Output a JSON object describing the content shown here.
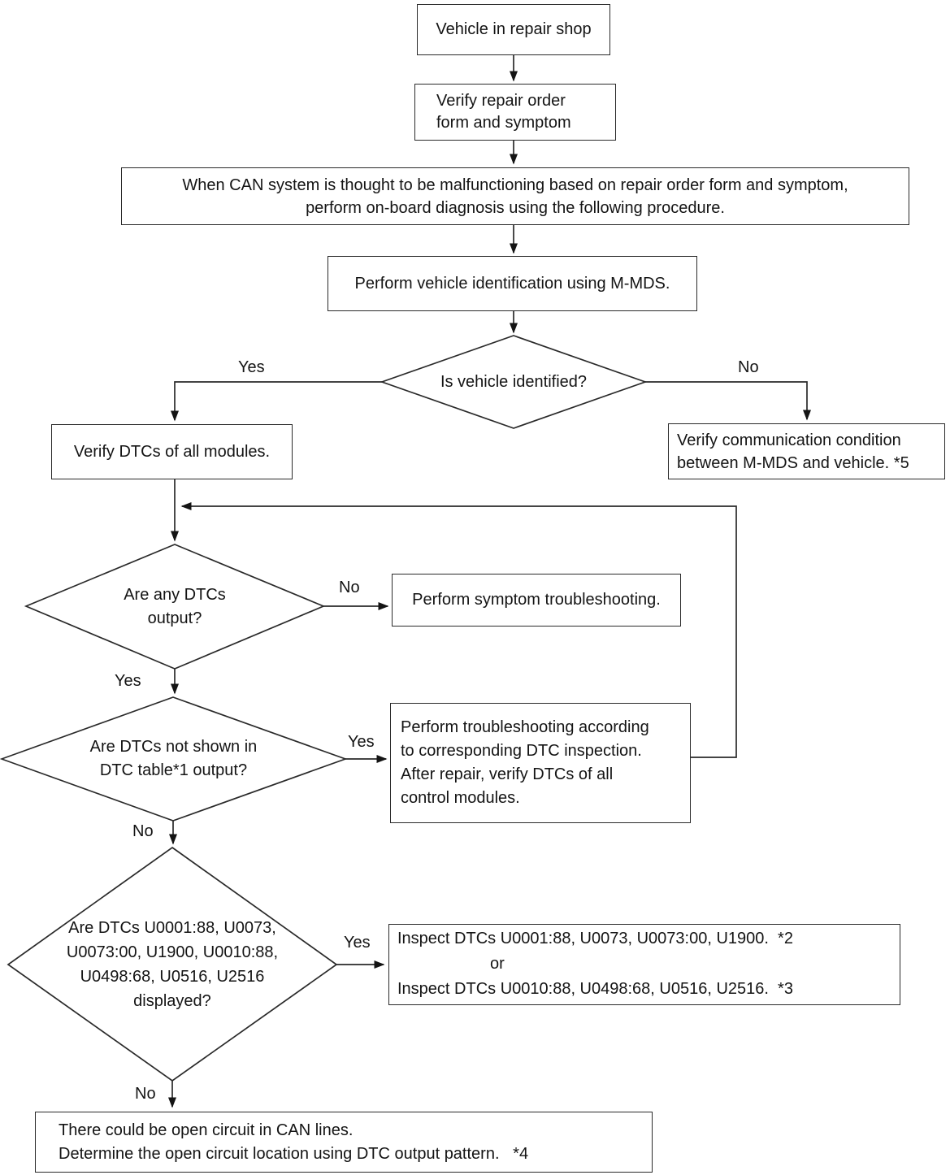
{
  "diagram": {
    "kind": "flowchart",
    "ink_color": "#2a2a2a",
    "background_color": "#ffffff",
    "nodes": {
      "vehicle_in_shop": {
        "type": "process",
        "label": "Vehicle in repair shop"
      },
      "verify_repair_order": {
        "type": "process",
        "label": "Verify repair order\nform and symptom"
      },
      "can_system_malfunction": {
        "type": "process",
        "label": "When CAN system is thought to be malfunctioning based on repair order form and symptom,\nperform on-board diagnosis using the following procedure."
      },
      "vehicle_identification": {
        "type": "process",
        "label": "Perform vehicle identification using M-MDS."
      },
      "is_vehicle_identified": {
        "type": "decision",
        "label": "Is vehicle identified?"
      },
      "verify_dtcs_all_modules": {
        "type": "process",
        "label": "Verify DTCs of all modules."
      },
      "verify_communication": {
        "type": "process",
        "label": "Verify communication condition\nbetween M-MDS and vehicle. *5"
      },
      "any_dtcs_output": {
        "type": "decision",
        "label": "Are any DTCs\noutput?"
      },
      "symptom_troubleshooting": {
        "type": "process",
        "label": "Perform symptom troubleshooting."
      },
      "dtcs_not_in_table": {
        "type": "decision",
        "label": "Are DTCs not shown in\nDTC table*1 output?"
      },
      "dtc_inspection_troubleshooting": {
        "type": "process",
        "label": "Perform troubleshooting according\nto corresponding DTC inspection.\nAfter repair, verify DTCs of all\ncontrol modules."
      },
      "specific_dtcs_displayed": {
        "type": "decision",
        "label": "Are DTCs U0001:88, U0073,\nU0073:00, U1900, U0010:88,\nU0498:68, U0516, U2516\ndisplayed?"
      },
      "inspect_dtcs": {
        "type": "process",
        "line1": "Inspect DTCs U0001:88, U0073, U0073:00, U1900.  *2",
        "or": "or",
        "line2": "Inspect DTCs U0010:88, U0498:68, U0516, U2516.  *3"
      },
      "open_circuit": {
        "type": "process",
        "label": "There could be open circuit in CAN lines.\nDetermine the open circuit location using DTC output pattern.   *4"
      }
    },
    "edges": {
      "is_vehicle_identified": {
        "yes": "Yes",
        "no": "No"
      },
      "any_dtcs_output": {
        "no": "No",
        "yes": "Yes"
      },
      "dtcs_not_in_table": {
        "yes": "Yes",
        "no": "No"
      },
      "specific_dtcs_displayed": {
        "yes": "Yes",
        "no": "No"
      }
    }
  }
}
